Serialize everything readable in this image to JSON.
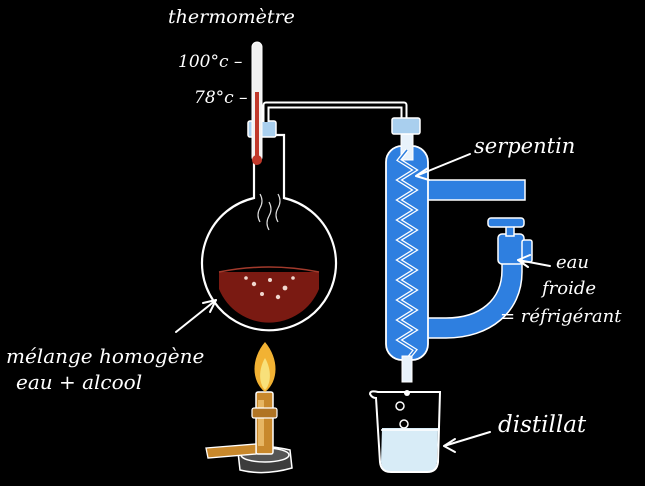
{
  "labels": {
    "thermometer": "thermomètre",
    "temp_high": "100°c –",
    "temp_low": "78°c –",
    "coil": "serpentin",
    "cold_water_line1": "eau",
    "cold_water_line2": "froide",
    "cold_water_line3": "= réfrigérant",
    "mixture_line1": "mélange homogène",
    "mixture_line2": "eau + alcool",
    "distillate": "distillat"
  },
  "colors": {
    "background": "#000000",
    "liquid": "#7a1a12",
    "condenser": "#2e7fe0",
    "stopper": "#a9cfee",
    "flame": "#f2b233",
    "burner": "#c8882c",
    "outline": "#ffffff"
  }
}
